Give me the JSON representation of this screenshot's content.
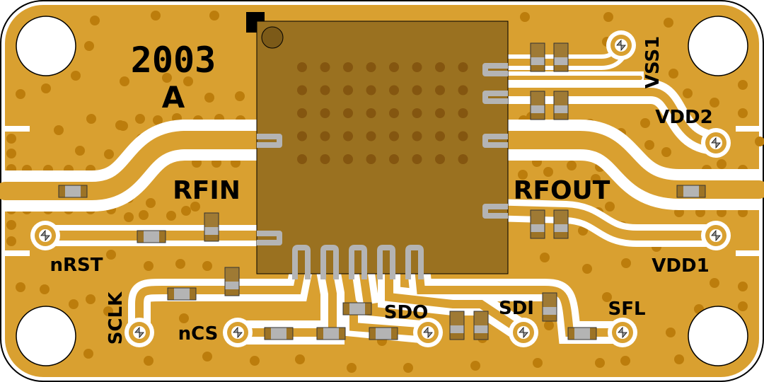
{
  "board": {
    "title_line1": "2003",
    "title_line2": "A",
    "colors": {
      "copper": "#D9A030",
      "via": "#BC7D0C",
      "trace_gap": "#FFFFFF",
      "chip_body": "#9A7120",
      "chip_via": "#845610",
      "pad": "#B4B4B4",
      "component_body": "#9C7326",
      "outline": "#000000"
    }
  },
  "labels": {
    "rfin": "RFIN",
    "rfout": "RFOUT",
    "nrst": "nRST",
    "vss1": "VSS1",
    "vdd2": "VDD2",
    "vdd1": "VDD1",
    "sclk": "SCLK",
    "ncs": "nCS",
    "sdo": "SDO",
    "sdi": "SDI",
    "sfl": "SFL"
  },
  "test_points": [
    "nRST",
    "VSS1",
    "VDD2",
    "VDD1",
    "SCLK",
    "nCS",
    "SDO",
    "SDI",
    "SFL"
  ],
  "mounting_holes": 4,
  "chip": {
    "pin1_marker": true,
    "side_pads_left": 2,
    "side_pads_right": 4,
    "bottom_pads": 5,
    "thermal_via_rows": 5,
    "thermal_via_cols": 8
  }
}
